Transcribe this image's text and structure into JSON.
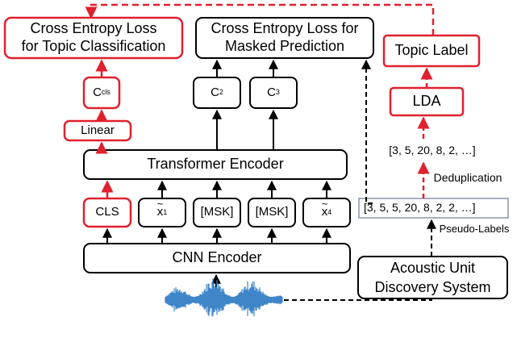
{
  "boxes": {
    "ce_topic_line1": "Cross Entropy Loss",
    "ce_topic_line2": "for Topic Classification",
    "ce_mask_line1": "Cross Entropy Loss for",
    "ce_mask_line2": "Masked Prediction",
    "topic_label": "Topic Label",
    "lda": "LDA",
    "c_cls_base": "C",
    "c_cls_sub": "cls",
    "c2_base": "C",
    "c2_sub": "2",
    "c3_base": "C",
    "c3_sub": "3",
    "linear": "Linear",
    "transformer_encoder": "Transformer Encoder",
    "cls": "CLS",
    "x1_base": "x",
    "x1_sub": "1",
    "msk_a": "[MSK]",
    "msk_b": "[MSK]",
    "x4_base": "x",
    "x4_sub": "4",
    "cnn_encoder": "CNN Encoder",
    "aud_line1": "Acoustic Unit",
    "aud_line2": "Discovery System",
    "pseudo_sequence": "[3, 5, 5, 20, 8, 2, 2, …]"
  },
  "labels": {
    "dedup_sequence": "[3, 5, 20, 8, 2, …]",
    "deduplication": "Deduplication",
    "pseudo_labels": "Pseudo-Labels"
  },
  "colors": {
    "accent_red": "#e0202e",
    "waveform_blue": "#3f86c8",
    "stroke_black": "#000000",
    "gray_border": "#8a93a6"
  }
}
